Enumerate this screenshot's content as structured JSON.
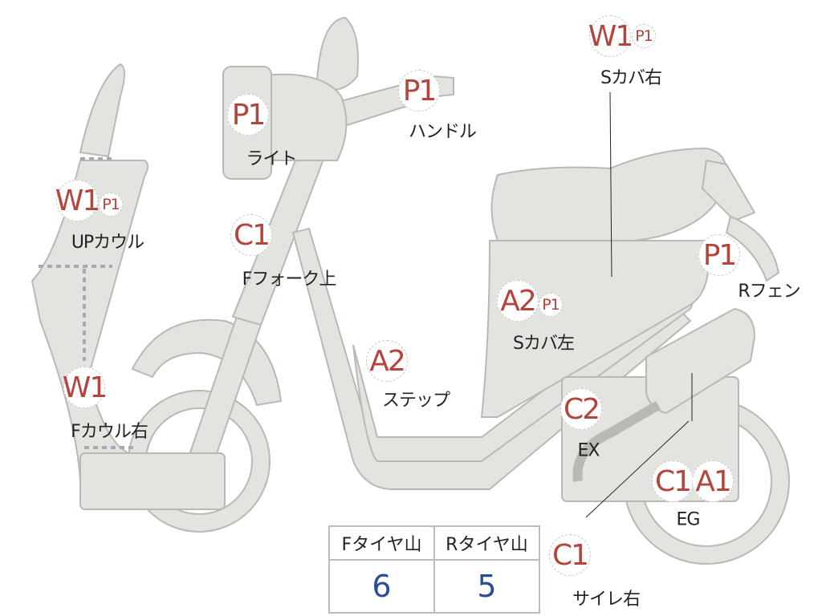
{
  "colors": {
    "body": "#e3e3df",
    "outline": "#b9b9b4",
    "code": "#b5443c",
    "value": "#2b4c9b"
  },
  "markers": [
    {
      "id": "s-cover-right",
      "codes": [
        "W1",
        "P1"
      ],
      "label": "Sカバ右"
    },
    {
      "id": "light",
      "codes": [
        "P1"
      ],
      "label": "ライト"
    },
    {
      "id": "handle",
      "codes": [
        "P1"
      ],
      "label": "ハンドル"
    },
    {
      "id": "up-cowl",
      "codes": [
        "W1",
        "P1"
      ],
      "label": "UPカウル"
    },
    {
      "id": "f-fork-upper",
      "codes": [
        "C1"
      ],
      "label": "Fフォーク上"
    },
    {
      "id": "r-fender",
      "codes": [
        "P1"
      ],
      "label": "Rフェン"
    },
    {
      "id": "s-cover-left",
      "codes": [
        "A2",
        "P1"
      ],
      "label": "Sカバ左"
    },
    {
      "id": "step",
      "codes": [
        "A2"
      ],
      "label": "ステップ"
    },
    {
      "id": "f-cowl-right",
      "codes": [
        "W1"
      ],
      "label": "Fカウル右"
    },
    {
      "id": "exhaust",
      "codes": [
        "C2"
      ],
      "label": "EX"
    },
    {
      "id": "engine",
      "codes": [
        "C1",
        "A1"
      ],
      "label": "EG"
    },
    {
      "id": "muffler-right",
      "codes": [
        "C1"
      ],
      "label": "サイレ右"
    }
  ],
  "tire_table": {
    "headers": [
      "Fタイヤ山",
      "Rタイヤ山"
    ],
    "values": [
      "6",
      "5"
    ]
  }
}
